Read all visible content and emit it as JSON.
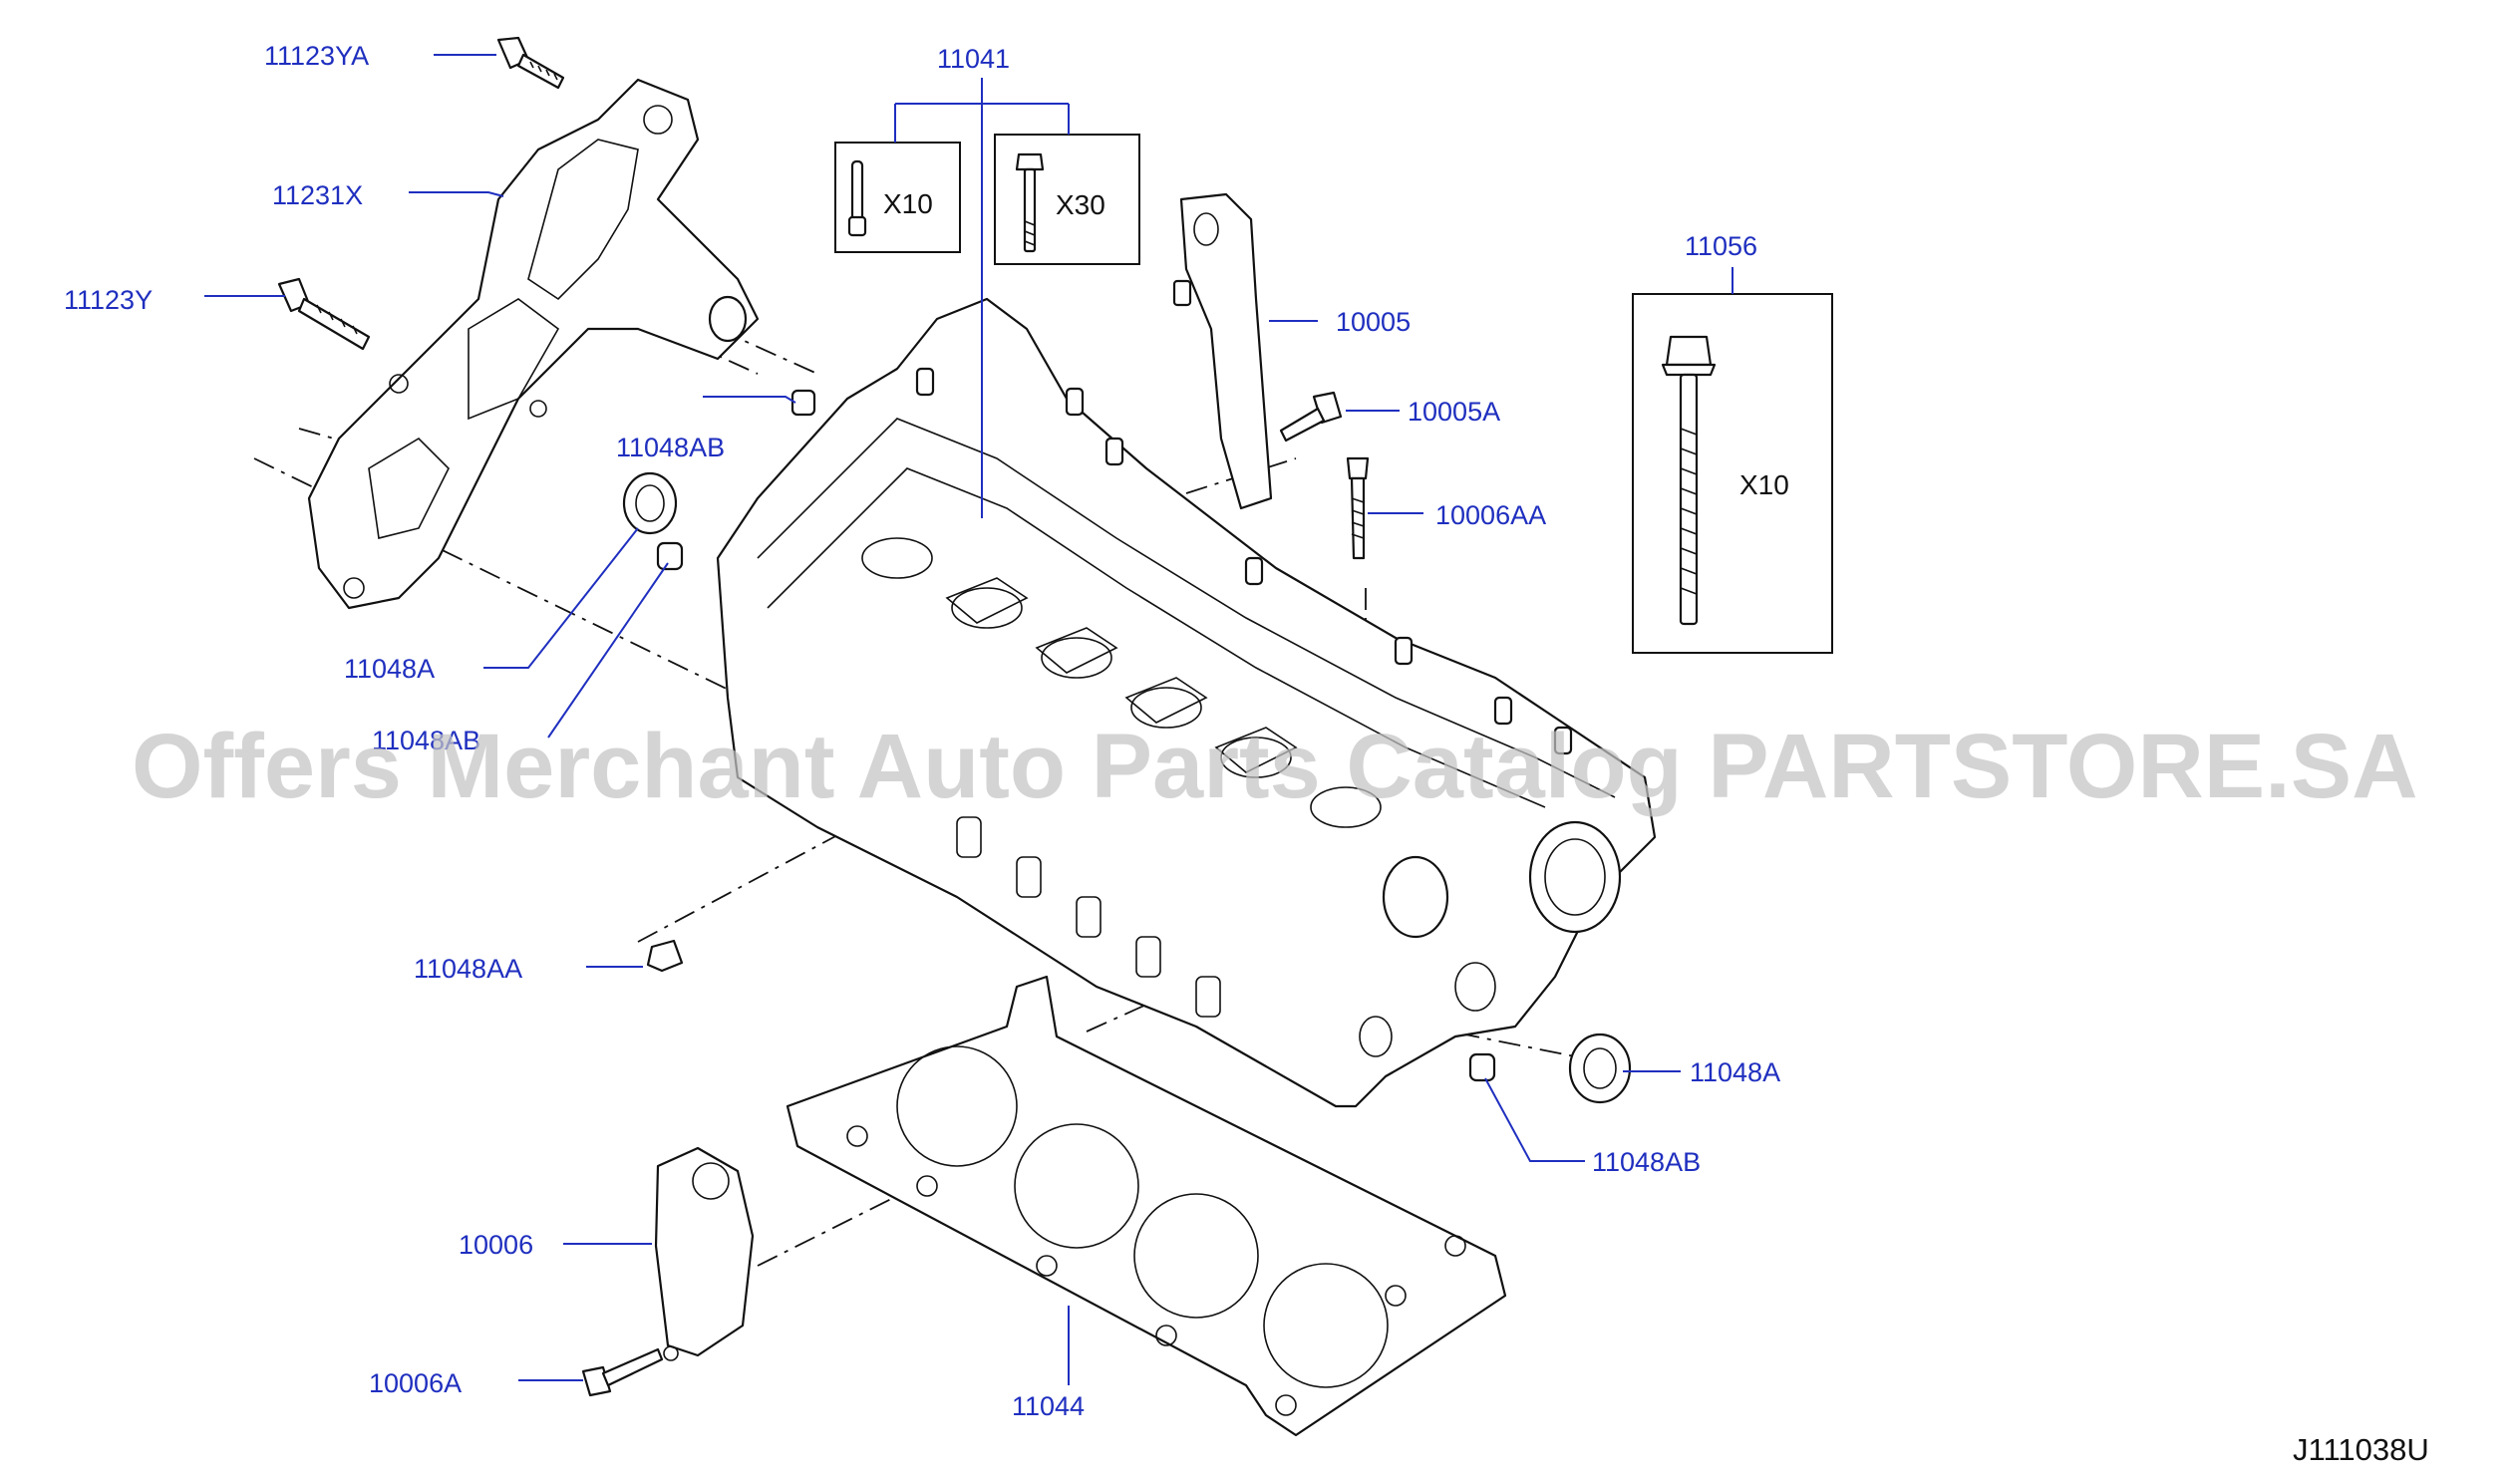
{
  "labels": {
    "l11123YA": "11123YA",
    "l11231X": "11231X",
    "l11123Y": "11123Y",
    "l11048AB_top": "11048AB",
    "l11048A_left": "11048A",
    "l11048AB_left": "11048AB",
    "l11041": "11041",
    "l10005": "10005",
    "l10005A": "10005A",
    "l10006AA": "10006AA",
    "l11056": "11056",
    "l11048AA": "11048AA",
    "l11048A_right": "11048A",
    "l11048AB_right": "11048AB",
    "l10006": "10006",
    "l10006A": "10006A",
    "l11044": "11044"
  },
  "quantities": {
    "q_x10_left": "X10",
    "q_x30": "X30",
    "q_x10_right": "X10"
  },
  "diagram_code": "J111038U",
  "watermark": "Offers Merchant Auto Parts Catalog PARTSTORE.SA",
  "colors": {
    "label": "#1f2fbf",
    "line": "#111111",
    "watermark": "#c4c4c4"
  }
}
